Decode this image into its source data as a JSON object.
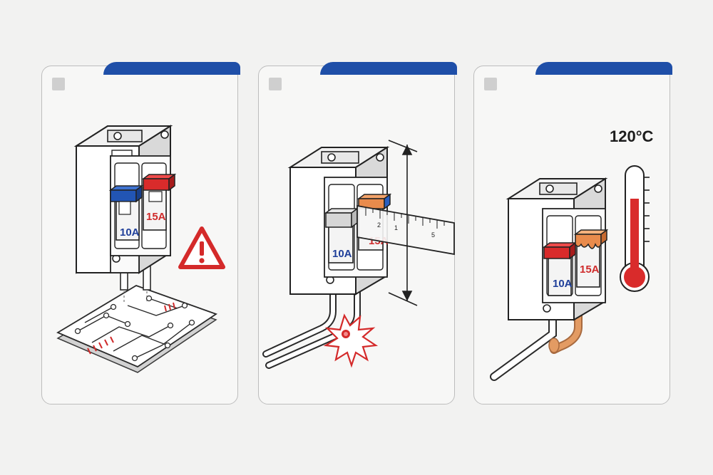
{
  "panels": [
    {
      "fuses": [
        {
          "label": "10A",
          "color": "#1f3f9a"
        },
        {
          "label": "15A",
          "color": "#cf2b2b"
        }
      ]
    },
    {
      "fuses": [
        {
          "label": "10A",
          "color": "#1f3f9a"
        },
        {
          "label": "15A",
          "color": "#cf2b2b"
        }
      ],
      "ruler_ticks": [
        "2",
        "1",
        "5"
      ]
    },
    {
      "fuses": [
        {
          "label": "10A",
          "color": "#1f3f9a"
        },
        {
          "label": "15A",
          "color": "#cf2b2b"
        }
      ],
      "temperature": "120°C"
    }
  ],
  "colors": {
    "accent_blue": "#1f4fa8",
    "warning_red": "#d42a2a",
    "cap_blue": "#2255b4",
    "cap_red": "#d92b2b",
    "cap_orange": "#e98b4c",
    "wire_copper": "#e39b63"
  },
  "icons": [
    "warning-triangle-icon",
    "spark-burst-icon",
    "thermometer-icon"
  ]
}
